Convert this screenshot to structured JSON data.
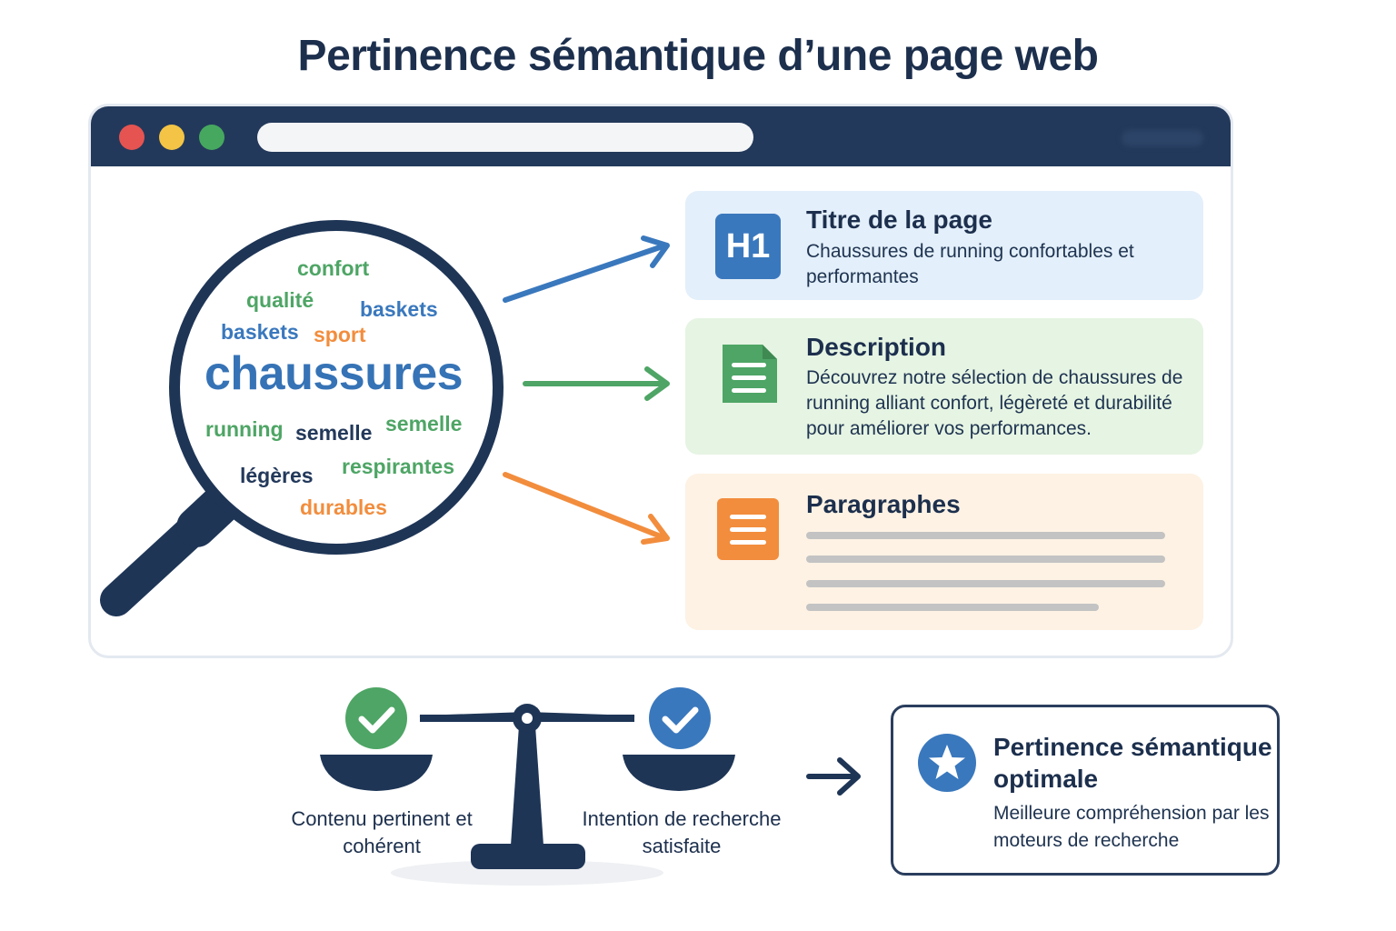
{
  "title": "Pertinence sémantique d’une page web",
  "colors": {
    "navy": "#23395b",
    "blue": "#3a78bd",
    "green": "#4ea565",
    "orange": "#f28d3d"
  },
  "browser": {
    "buttons": [
      "close-dot",
      "minimize-dot",
      "maximize-dot"
    ]
  },
  "keywords": {
    "main": "chaussures",
    "words": [
      "confort",
      "qualité",
      "baskets",
      "baskets",
      "sport",
      "running",
      "semelle",
      "semelle",
      "légères",
      "respirantes",
      "durables"
    ]
  },
  "cards": {
    "h1": {
      "icon_label": "H1",
      "title": "Titre de la page",
      "text": "Chaussures de running confortables et performantes"
    },
    "description": {
      "icon": "document-icon",
      "title": "Description",
      "text": "Découvrez notre sélection de chaussures de running alliant confort, légèreté et durabilité pour améliorer vos performances."
    },
    "paragraphs": {
      "icon": "document-icon",
      "title": "Paragraphes"
    }
  },
  "balance": {
    "left_label": "Contenu pertinent et cohérent",
    "right_label": "Intention de recherche satisfaite"
  },
  "result": {
    "icon": "star-icon",
    "title": "Pertinence sémantique optimale",
    "text": "Meilleure compréhension par les moteurs de recherche"
  }
}
